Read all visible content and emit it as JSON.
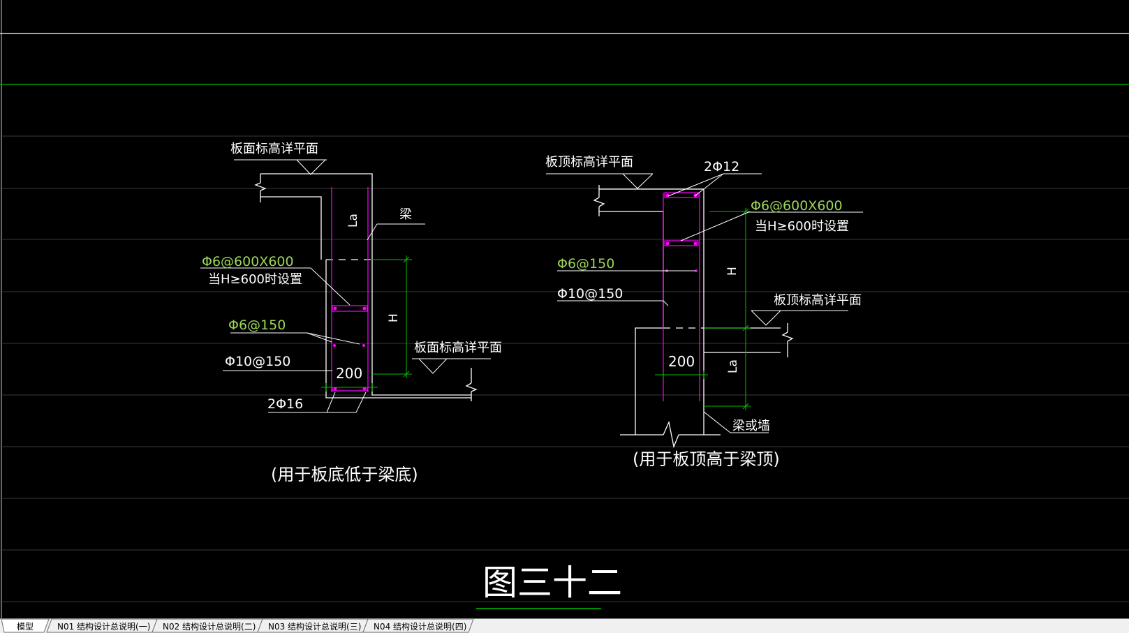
{
  "colors": {
    "background": "#000000",
    "outline": "#ffffff",
    "rebar": "#ff00ff",
    "dimension": "#00c000",
    "note_green": "#9cd65a",
    "tabbar": "#f0f0f0"
  },
  "left_detail": {
    "slab_level_top": "板面标高详平面",
    "beam": "梁",
    "anchor": "La",
    "tie_spec": "Φ6@600X600",
    "tie_condition": "当H≥600时设置",
    "height": "H",
    "stirrup_spec": "Φ6@150",
    "slab_level_bottom": "板面标高详平面",
    "dist_spec": "Φ10@150",
    "width": "200",
    "bottom_bars": "2Φ16",
    "caption": "(用于板底低于梁底)"
  },
  "right_detail": {
    "slab_level_left": "板顶标高详平面",
    "top_bars": "2Φ12",
    "tie_spec": "Φ6@600X600",
    "tie_condition": "当H≥600时设置",
    "stirrup_spec": "Φ6@150",
    "height": "H",
    "dist_spec": "Φ10@150",
    "slab_level_right": "板顶标高详平面",
    "width": "200",
    "anchor": "La",
    "support": "梁或墙",
    "caption": "(用于板顶高于梁顶)"
  },
  "figure_title": "图三十二",
  "tabs": [
    {
      "label": "模型",
      "active": true
    },
    {
      "label": "N01 结构设计总说明(一)",
      "active": false
    },
    {
      "label": "N02 结构设计总说明(二)",
      "active": false
    },
    {
      "label": "N03 结构设计总说明(三)",
      "active": false
    },
    {
      "label": "N04 结构设计总说明(四)",
      "active": false
    }
  ]
}
